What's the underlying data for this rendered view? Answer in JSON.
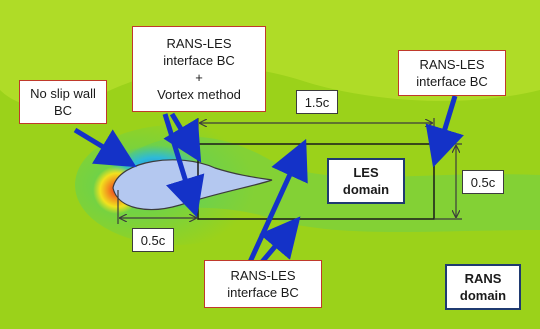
{
  "figure": {
    "callouts": {
      "no_slip_wall": {
        "lines": [
          "No slip wall",
          "BC"
        ]
      },
      "rans_les_vortex": {
        "lines": [
          "RANS-LES",
          "interface BC",
          "+",
          "Vortex method"
        ]
      },
      "rans_les_right": {
        "lines": [
          "RANS-LES",
          "interface BC"
        ]
      },
      "rans_les_bottom": {
        "lines": [
          "RANS-LES",
          "interface BC"
        ]
      }
    },
    "domains": {
      "les": {
        "lines": [
          "LES",
          "domain"
        ]
      },
      "rans": {
        "lines": [
          "RANS",
          "domain"
        ]
      }
    },
    "dimensions": {
      "length": "1.5c",
      "height": "0.5c",
      "offset": "0.5c"
    },
    "colors": {
      "background_field": "#9bd21a",
      "interface_arrow": "#1432c8",
      "callout_border": "#c0392b",
      "domain_border": "#1f3a70",
      "airfoil_fill": "#b4c8f0"
    }
  }
}
